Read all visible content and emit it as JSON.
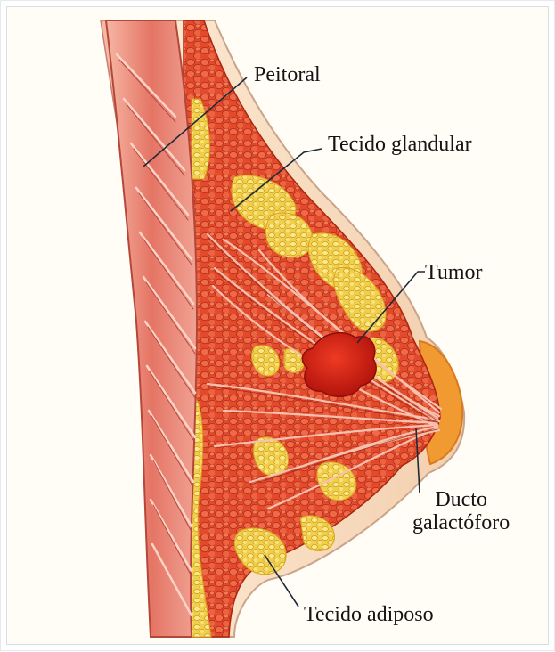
{
  "labels": {
    "peitoral": "Peitoral",
    "tecido_glandular": "Tecido glandular",
    "tumor": "Tumor",
    "ducto_line1": "Ducto",
    "ducto_line2": "galactóforo",
    "tecido_adiposo": "Tecido adiposo"
  },
  "colors": {
    "background": "#fffdf6",
    "skin": "#f6dcc2",
    "muscle": "#e8786a",
    "tissue": "#e64a2a",
    "fat": "#f3d04e",
    "tumor": "#c51b12",
    "nipple": "#f29a32"
  }
}
